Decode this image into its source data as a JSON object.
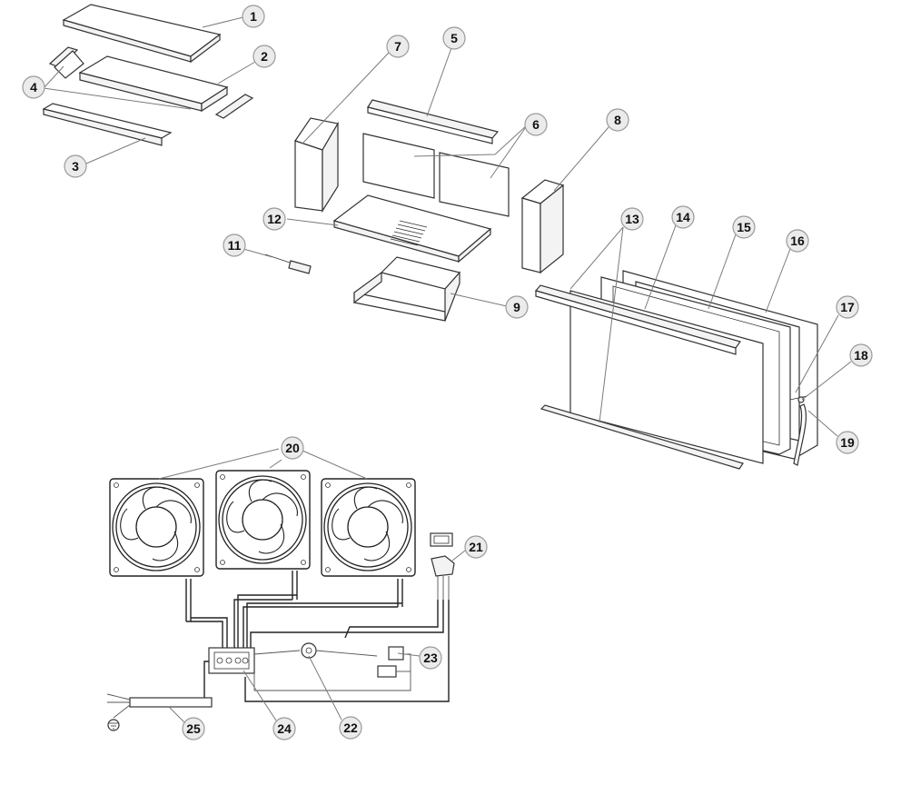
{
  "callouts": [
    {
      "id": "c1",
      "label": "1"
    },
    {
      "id": "c2",
      "label": "2"
    },
    {
      "id": "c3",
      "label": "3"
    },
    {
      "id": "c4",
      "label": "4"
    },
    {
      "id": "c5",
      "label": "5"
    },
    {
      "id": "c6",
      "label": "6"
    },
    {
      "id": "c7",
      "label": "7"
    },
    {
      "id": "c8",
      "label": "8"
    },
    {
      "id": "c9",
      "label": "9"
    },
    {
      "id": "c11",
      "label": "11"
    },
    {
      "id": "c12",
      "label": "12"
    },
    {
      "id": "c13",
      "label": "13"
    },
    {
      "id": "c14",
      "label": "14"
    },
    {
      "id": "c15",
      "label": "15"
    },
    {
      "id": "c16",
      "label": "16"
    },
    {
      "id": "c17",
      "label": "17"
    },
    {
      "id": "c18",
      "label": "18"
    },
    {
      "id": "c19",
      "label": "19"
    },
    {
      "id": "c20",
      "label": "20"
    },
    {
      "id": "c21",
      "label": "21"
    },
    {
      "id": "c22",
      "label": "22"
    },
    {
      "id": "c23",
      "label": "23"
    },
    {
      "id": "c24",
      "label": "24"
    },
    {
      "id": "c25",
      "label": "25"
    }
  ],
  "colors": {
    "callout_fill": "#ebebeb",
    "callout_stroke": "#9a9a9a",
    "line": "#333333",
    "background": "#ffffff"
  }
}
